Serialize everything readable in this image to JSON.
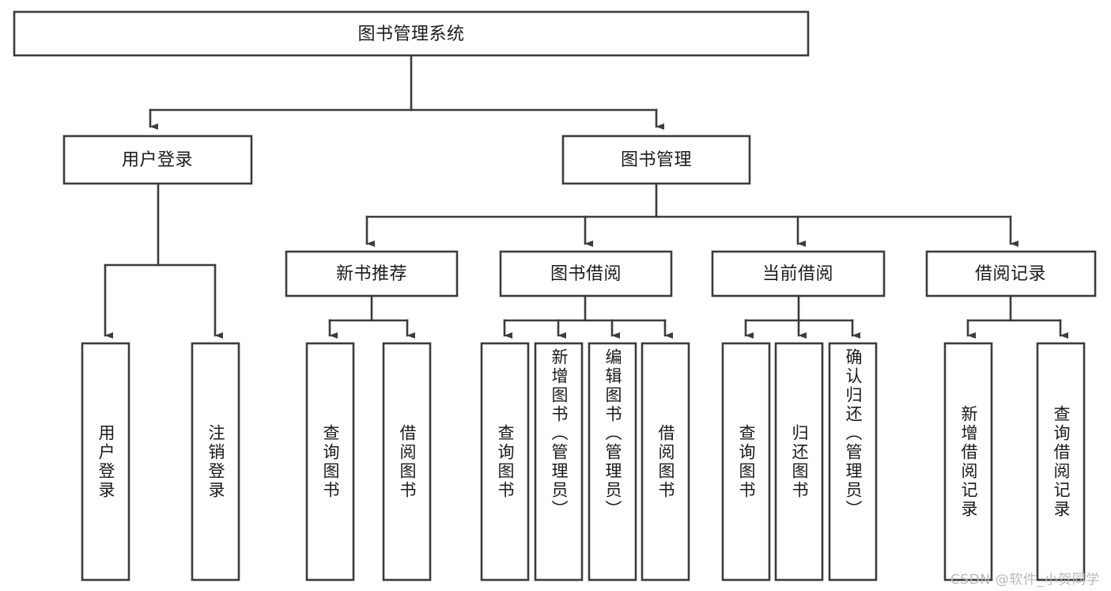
{
  "diagram": {
    "title": "图书管理系统",
    "type": "tree",
    "watermark": "CSDN @软件_小贺同学",
    "colors": {
      "stroke": "#3c3c3c",
      "fill": "#ffffff",
      "text": "#1a1a1a",
      "watermark": "#b9b9b9",
      "background": "#ffffff"
    },
    "root": {
      "id": "root",
      "label": "图书管理系统"
    },
    "level2": [
      {
        "id": "user-login",
        "label": "用户登录"
      },
      {
        "id": "book-manage",
        "label": "图书管理"
      }
    ],
    "level3": [
      {
        "id": "new-book-recommend",
        "label": "新书推荐",
        "parent": "book-manage"
      },
      {
        "id": "book-borrow",
        "label": "图书借阅",
        "parent": "book-manage"
      },
      {
        "id": "current-borrow",
        "label": "当前借阅",
        "parent": "book-manage"
      },
      {
        "id": "borrow-record",
        "label": "借阅记录",
        "parent": "book-manage"
      }
    ],
    "leaves": [
      {
        "id": "leaf-user-login",
        "label": "用户登录",
        "parent": "user-login"
      },
      {
        "id": "leaf-user-logout",
        "label": "注销登录",
        "parent": "user-login"
      },
      {
        "id": "leaf-query-book-1",
        "label": "查询图书",
        "parent": "new-book-recommend"
      },
      {
        "id": "leaf-borrow-book-1",
        "label": "借阅图书",
        "parent": "new-book-recommend"
      },
      {
        "id": "leaf-query-book-2",
        "label": "查询图书",
        "parent": "book-borrow"
      },
      {
        "id": "leaf-add-book",
        "label": "新增图书（管理员）",
        "parent": "book-borrow"
      },
      {
        "id": "leaf-edit-book",
        "label": "编辑图书（管理员）",
        "parent": "book-borrow"
      },
      {
        "id": "leaf-borrow-book-2",
        "label": "借阅图书",
        "parent": "book-borrow"
      },
      {
        "id": "leaf-query-book-3",
        "label": "查询图书",
        "parent": "current-borrow"
      },
      {
        "id": "leaf-return-book",
        "label": "归还图书",
        "parent": "current-borrow"
      },
      {
        "id": "leaf-confirm-return",
        "label": "确认归还（管理员）",
        "parent": "current-borrow"
      },
      {
        "id": "leaf-add-record",
        "label": "新增借阅记录",
        "parent": "borrow-record"
      },
      {
        "id": "leaf-query-record",
        "label": "查询借阅记录",
        "parent": "borrow-record"
      }
    ]
  }
}
